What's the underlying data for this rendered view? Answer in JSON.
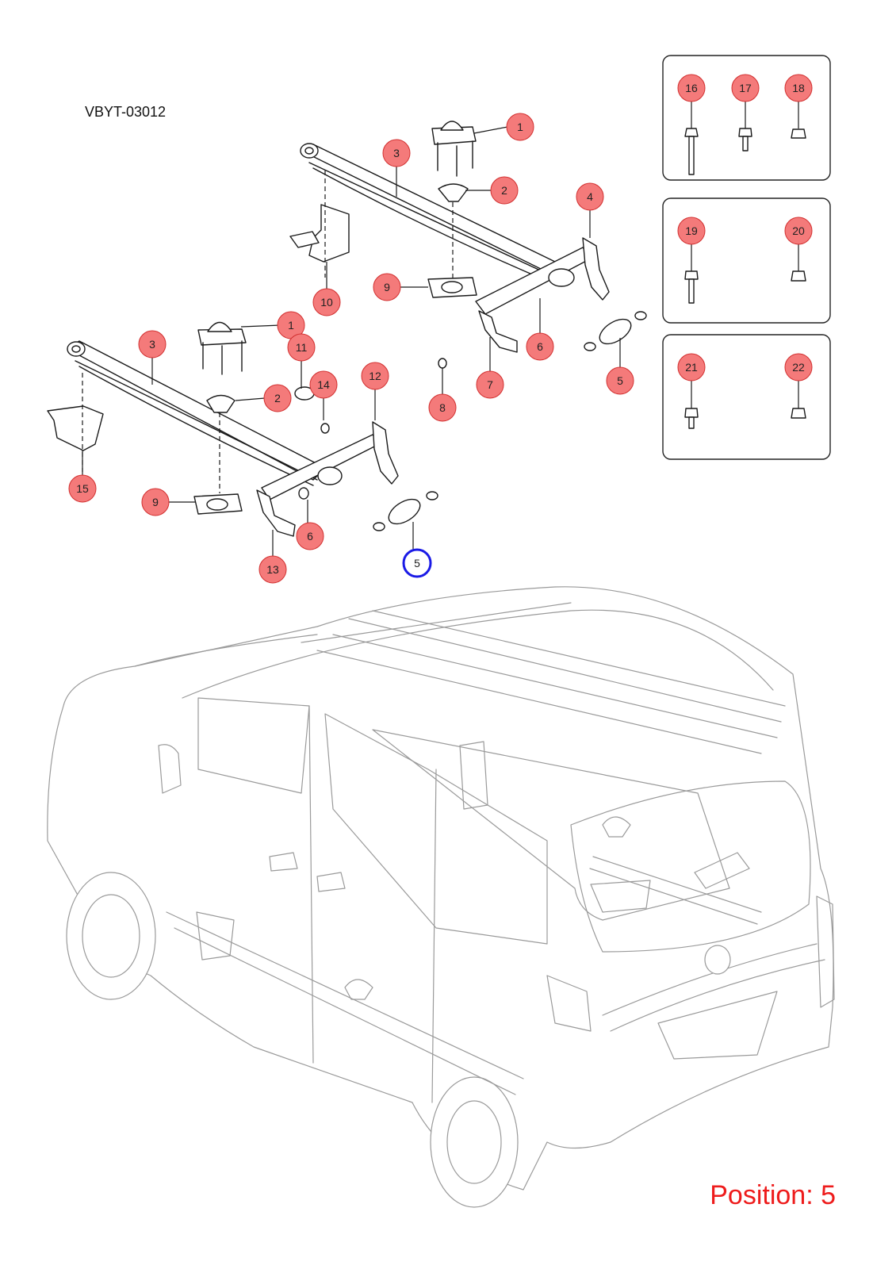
{
  "reference_code": "VBYT-03012",
  "position_label": "Position: 5",
  "callouts": [
    "1",
    "2",
    "3",
    "4",
    "5",
    "6",
    "7",
    "8",
    "9",
    "10",
    "11",
    "12",
    "13",
    "14",
    "15",
    "16",
    "17",
    "18",
    "19",
    "20",
    "21",
    "22"
  ],
  "selected_callout": "5",
  "colors": {
    "callout_fill": "#f47a7a",
    "callout_stroke": "#d23030",
    "selected_stroke": "#1a1ae6",
    "position_text": "#ee1c1c"
  }
}
